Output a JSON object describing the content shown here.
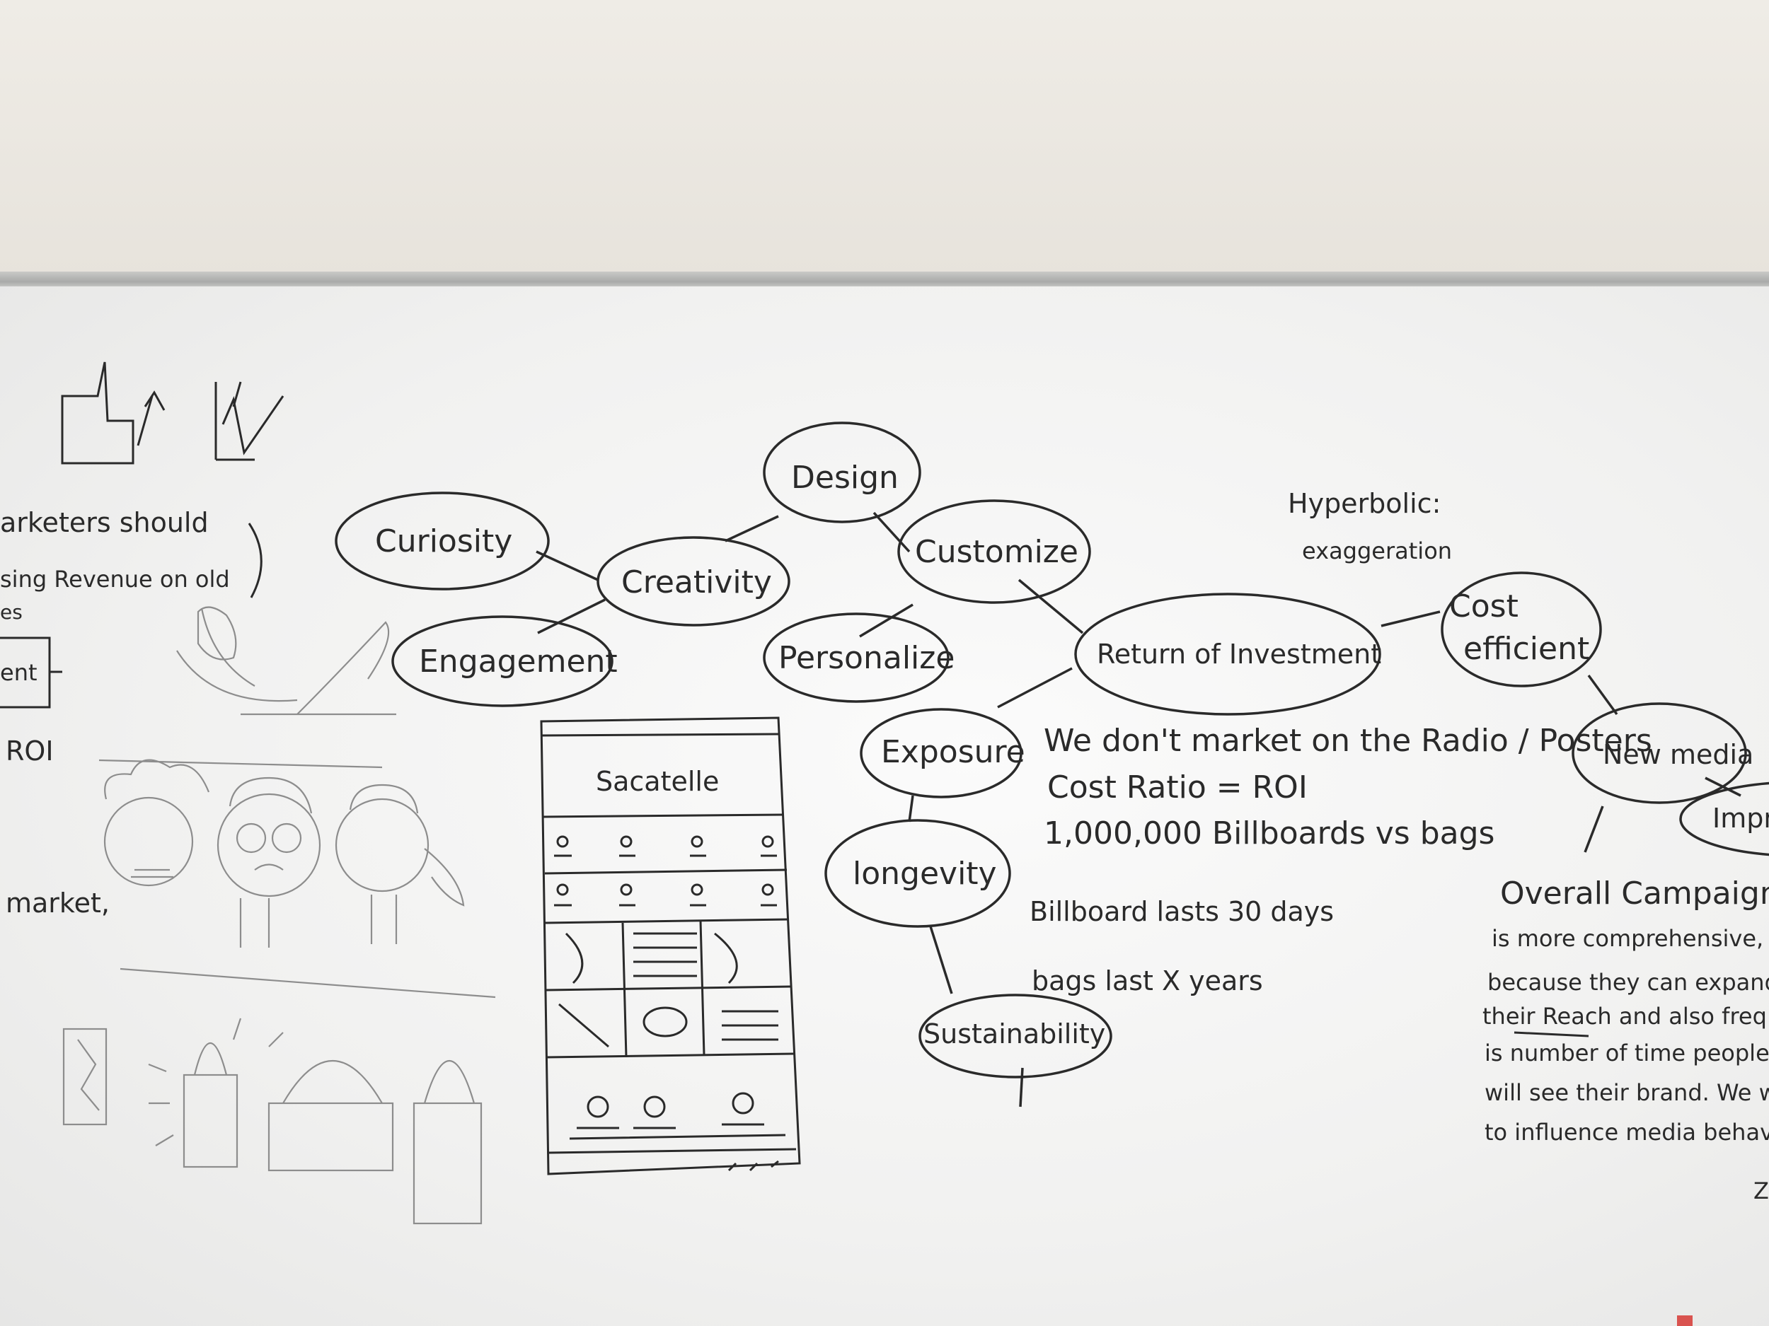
{
  "mindmap": {
    "nodes": {
      "curiosity": "Curiosity",
      "creativity": "Creativity",
      "design": "Design",
      "engagement": "Engagement",
      "customize": "Customize",
      "personalize": "Personalize",
      "roi": "Return of Investment",
      "cost_efficient_1": "Cost",
      "cost_efficient_2": "efficient",
      "exposure": "Exposure",
      "longevity": "longevity",
      "sustainability": "Sustainability",
      "new_media": "New media",
      "impr": "Impr"
    },
    "hyperbolic": {
      "line1": "Hyperbolic:",
      "line2": "exaggeration"
    }
  },
  "notes_center": {
    "line1": "We don't market on the Radio / Posters",
    "line2": "Cost Ratio = ROI",
    "line3": "1,000,000 Billboards vs bags",
    "line4": "Billboard lasts 30 days",
    "line5": "bags last X years"
  },
  "notes_right": {
    "line1": "Overall Campaign",
    "line2": "is more comprehensive,",
    "line3": "because they can expand",
    "line4": "their Reach and also freq",
    "line5": "is number of time people",
    "line6": "will see their brand. We wa",
    "line7": "to influence media behav"
  },
  "notes_left": {
    "line1": "arketers should",
    "line2": "sing Revenue on old",
    "line3": "es",
    "box_label": "ent",
    "roi": "ROI",
    "market": "market,"
  },
  "phone_sketch": {
    "title": "Sacatelle"
  },
  "corner_mark": "Z"
}
